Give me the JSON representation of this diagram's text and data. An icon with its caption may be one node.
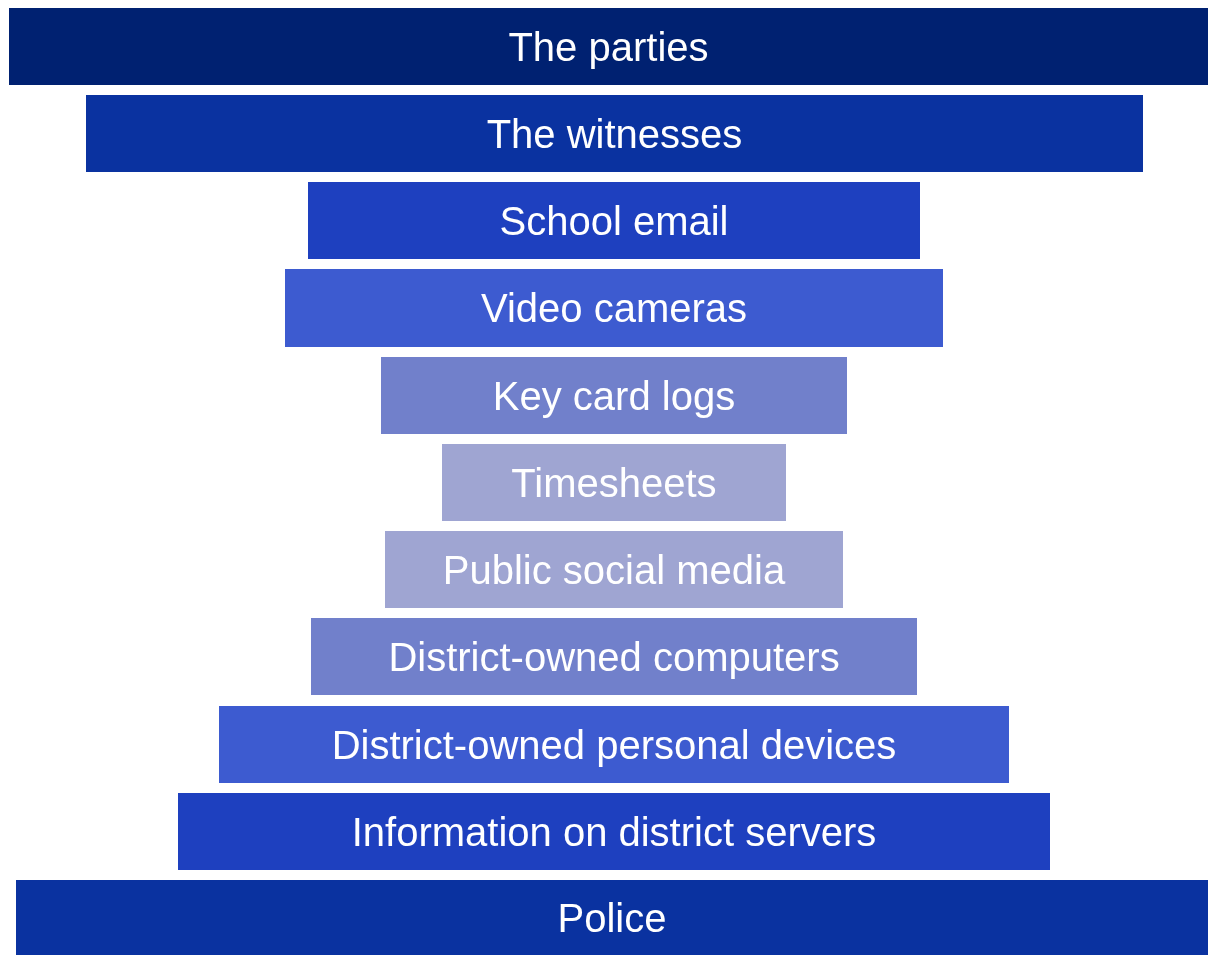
{
  "diagram": {
    "nodes": [
      {
        "text": [
          "The parties"
        ]
      },
      {
        "text": [
          "The witnesses"
        ]
      },
      {
        "text": [
          "School email"
        ]
      },
      {
        "text": [
          "Video cameras"
        ]
      },
      {
        "text": [
          "Key card logs"
        ]
      },
      {
        "text": [
          "Timesheets"
        ]
      },
      {
        "text": [
          "Public social media"
        ]
      },
      {
        "text": [
          "District-owned computers"
        ]
      },
      {
        "text": [
          "District-owned personal devices"
        ]
      },
      {
        "text": [
          "Information on district servers"
        ]
      },
      {
        "text": [
          "Police"
        ]
      }
    ]
  }
}
